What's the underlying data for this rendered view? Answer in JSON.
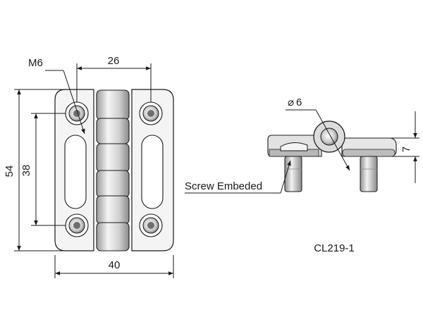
{
  "dimensions": {
    "thread": "M6",
    "pin_spacing": "26",
    "overall_height": "54",
    "hole_spacing": "38",
    "overall_width": "40",
    "pin_diameter_symbol": "⌀",
    "pin_diameter": "6",
    "side_thickness": "7"
  },
  "callouts": {
    "screw": "Screw Embeded"
  },
  "part": {
    "model": "CL219-1"
  },
  "colors": {
    "line": "#1a1a1a",
    "body_light": "#f2f2f2",
    "body_mid": "#d6d6d6",
    "body_dark": "#9a9a9a"
  }
}
